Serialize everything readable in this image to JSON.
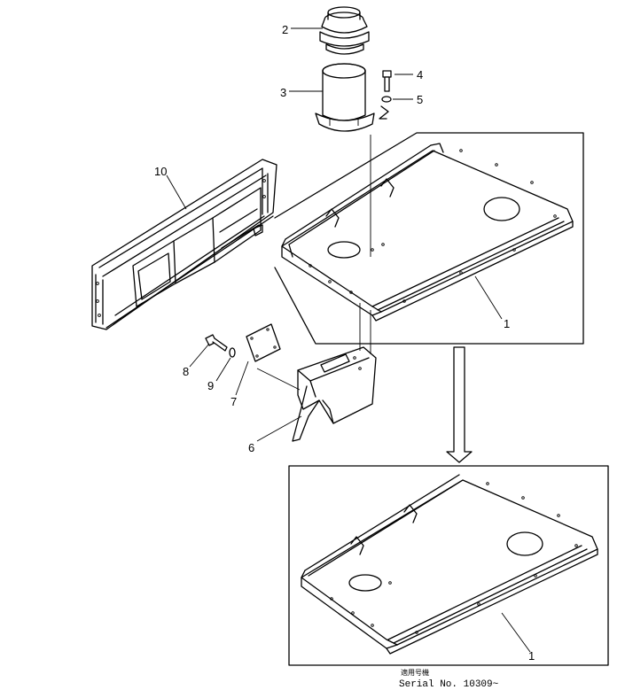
{
  "diagram": {
    "labels": {
      "p1_top": "1",
      "p2": "2",
      "p3": "3",
      "p4": "4",
      "p5": "5",
      "p6": "6",
      "p7": "7",
      "p8": "8",
      "p9": "9",
      "p10": "10",
      "p1_bottom": "1"
    },
    "footer": {
      "jp_text": "適用号機",
      "serial": "Serial No. 10309~"
    }
  }
}
